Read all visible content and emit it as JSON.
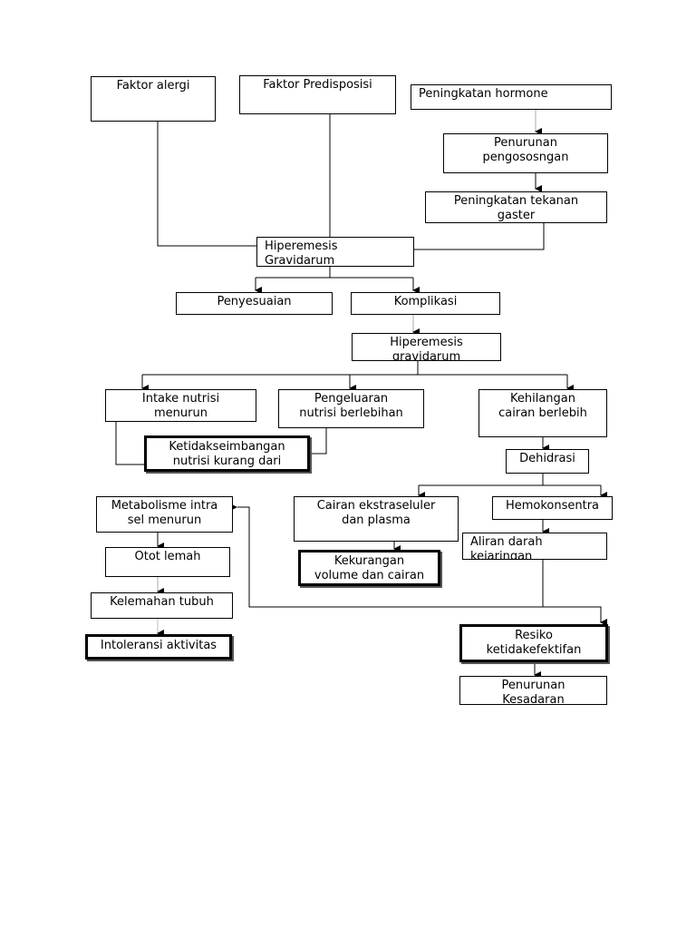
{
  "nodes": {
    "faktor_alergi": "Faktor alergi",
    "faktor_predisposisi": "Faktor Predisposisi",
    "peningkatan_hormone": "Peningkatan hormone",
    "penurunan_pengosongan": "Penurunan\npengososngan",
    "peningkatan_tekanan": "Peningkatan tekanan\ngaster",
    "hiperemesis_1": "Hiperemesis\nGravidarum",
    "penyesuaian": "Penyesuaian",
    "komplikasi": "Komplikasi",
    "hiperemesis_2": "Hiperemesis\ngravidarum",
    "intake_nutrisi": "Intake nutrisi\nmenurun",
    "pengeluaran_nutrisi": "Pengeluaran\nnutrisi berlebihan",
    "kehilangan_cairan": "Kehilangan\ncairan berlebih",
    "ketidakseimbangan": "Ketidakseimbangan\nnutrisi kurang dari",
    "dehidrasi": "Dehidrasi",
    "metabolisme": "Metabolisme intra\nsel menurun",
    "cairan_ekstraseluler": "Cairan  ekstraseluler\ndan plasma",
    "hemokonsentra": "Hemokonsentra",
    "otot_lemah": "Otot lemah",
    "kekurangan_volume": "Kekurangan\nvolume dan cairan",
    "aliran_darah": "Aliran darah\nkejaringan",
    "kelemahan_tubuh": "Kelemahan tubuh",
    "intoleransi": "Intoleransi aktivitas",
    "resiko": "Resiko\nketidakefektifan",
    "penurunan_kesadaran": "Penurunan\nKesadaran"
  }
}
